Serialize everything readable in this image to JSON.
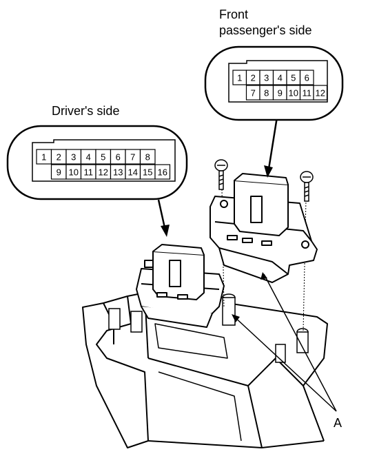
{
  "labels": {
    "front_line1": "Front",
    "front_line2": "passenger's side",
    "driver": "Driver's side",
    "callout_a": "A"
  },
  "connectors": {
    "front": {
      "top_row": [
        "1",
        "2",
        "3",
        "4",
        "5",
        "6"
      ],
      "bottom_row": [
        "7",
        "8",
        "9",
        "10",
        "11",
        "12"
      ]
    },
    "driver": {
      "top_row": [
        "1",
        "2",
        "3",
        "4",
        "5",
        "6",
        "7",
        "8"
      ],
      "bottom_row": [
        "9",
        "10",
        "11",
        "12",
        "13",
        "14",
        "15",
        "16"
      ]
    }
  },
  "colors": {
    "line": "#000000",
    "background": "#ffffff",
    "shade": "#e8e8e8"
  }
}
